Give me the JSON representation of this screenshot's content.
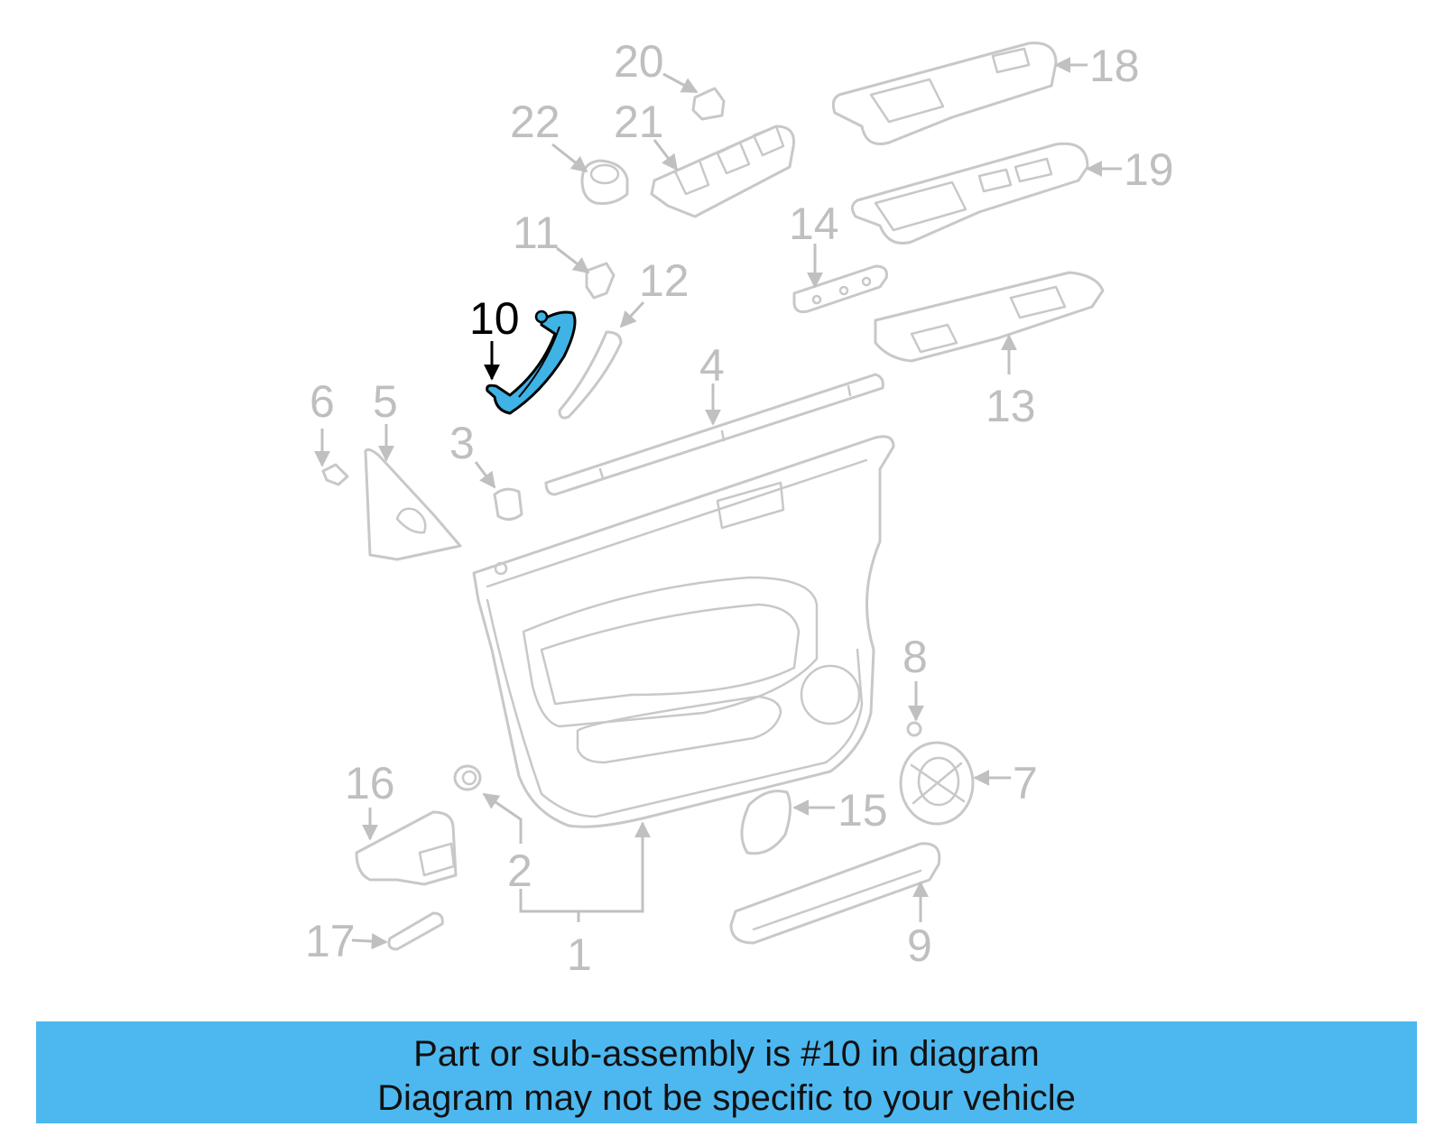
{
  "diagram": {
    "highlight_color": "#3fb2e6",
    "callouts": [
      "1",
      "2",
      "3",
      "4",
      "5",
      "6",
      "7",
      "8",
      "9",
      "10",
      "11",
      "12",
      "13",
      "14",
      "15",
      "16",
      "17",
      "18",
      "19",
      "20",
      "21",
      "22"
    ],
    "highlighted": "10"
  },
  "banner": {
    "line1": "Part or sub-assembly is #10 in diagram",
    "line2": "Diagram may not be specific to your vehicle",
    "color": "#4db8ef"
  }
}
